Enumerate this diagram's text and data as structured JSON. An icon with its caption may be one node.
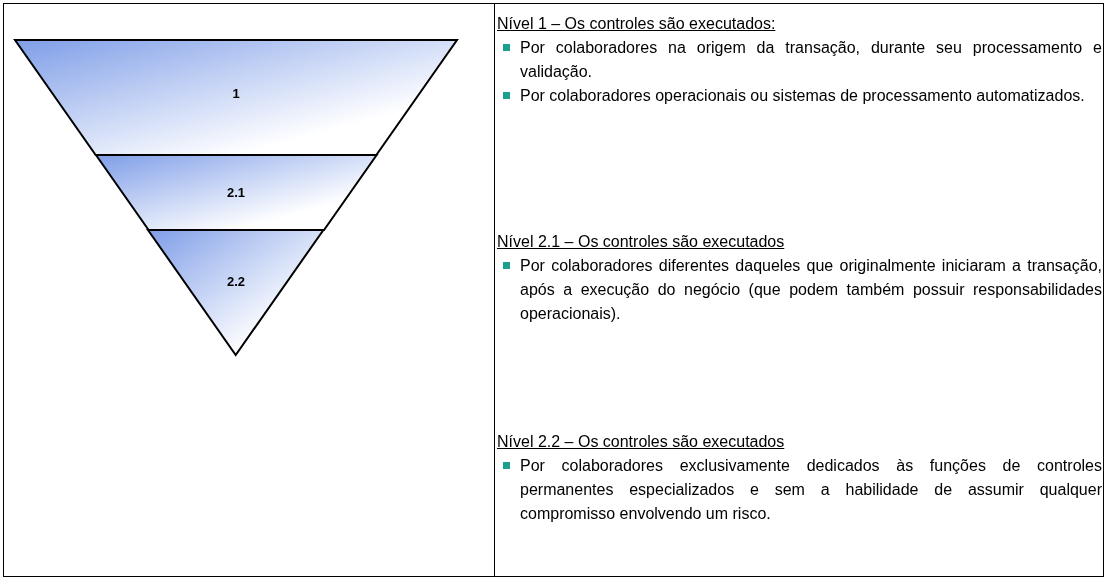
{
  "diagram": {
    "nodes": [
      {
        "text": [
          "1"
        ]
      },
      {
        "text": [
          "2.1"
        ]
      },
      {
        "text": [
          "2.2"
        ]
      }
    ],
    "labels": [
      "Nível 1 – Os controles são executados:",
      "Por colaboradores na origem da transação, durante seu processamento e validação.",
      "Por colaboradores operacionais ou sistemas de processamento automatizados.",
      "Nível 2.1 – Os controles são executados",
      "Por colaboradores diferentes daqueles que originalmente iniciaram a transação, após a execução do negócio (que podem também possuir responsabilidades operacionais).",
      "Nível 2.2 – Os controles são executados",
      "Por colaboradores exclusivamente dedicados às funções de controles permanentes especializados e sem a habilidade de assumir qualquer compromisso envolvendo um risco."
    ]
  }
}
